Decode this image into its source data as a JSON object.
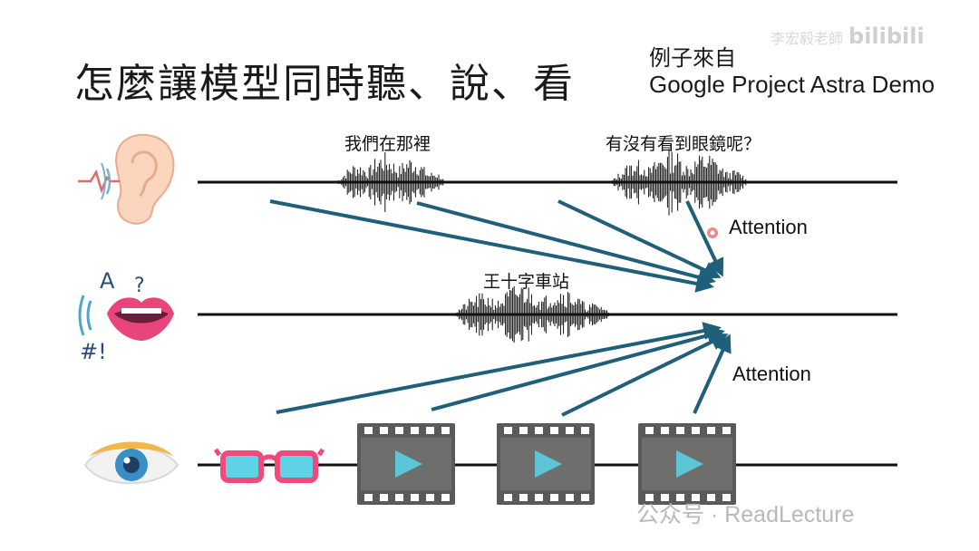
{
  "slide": {
    "title": "怎麼讓模型同時聽、說、看",
    "source_line1": "例子來自",
    "source_line2": "Google Project Astra Demo"
  },
  "watermark": {
    "text": "李宏毅老師",
    "logo": "bilibili"
  },
  "tracks": {
    "listen": {
      "icon": "ear-icon"
    },
    "speak": {
      "icon": "mouth-icon"
    },
    "see": {
      "icon": "eye-icon"
    }
  },
  "labels": {
    "listen_clip1": "我們在那裡",
    "listen_clip2": "有沒有看到眼鏡呢？",
    "speak_clip1": "王十字車站"
  },
  "speak_icon_glyphs": {
    "a": "A",
    "q": "?",
    "hash": "#!"
  },
  "attention": {
    "upper": "Attention",
    "lower": "Attention"
  },
  "footer": {
    "text": "公众号 · ReadLecture"
  },
  "colors": {
    "arrow": "#1f5f7a",
    "timeline": "#111111",
    "laser": "#e0262e",
    "glasses": "#f04a7a",
    "lens": "#5fd3e6",
    "film": "#5a5a58",
    "play": "#5cc6d6"
  }
}
